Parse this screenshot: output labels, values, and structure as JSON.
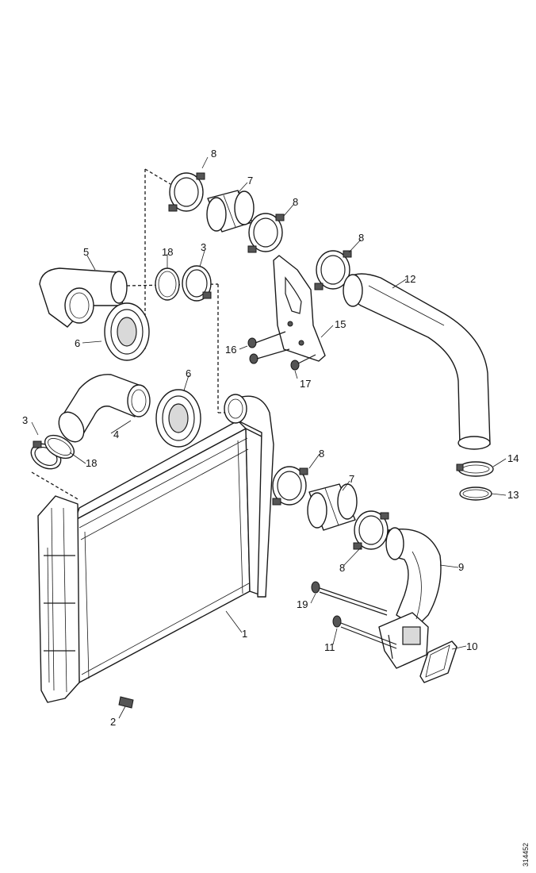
{
  "diagram": {
    "callouts": {
      "c1": "1",
      "c2": "2",
      "c3a": "3",
      "c3b": "3",
      "c4": "4",
      "c5": "5",
      "c6a": "6",
      "c6b": "6",
      "c7a": "7",
      "c7b": "7",
      "c8a": "8",
      "c8b": "8",
      "c8c": "8",
      "c8d": "8",
      "c8e": "8",
      "c9": "9",
      "c10": "10",
      "c11": "11",
      "c12": "12",
      "c13": "13",
      "c14": "14",
      "c15": "15",
      "c16": "16",
      "c17": "17",
      "c18a": "18",
      "c18b": "18",
      "c19": "19"
    },
    "figure_id": "314452"
  }
}
